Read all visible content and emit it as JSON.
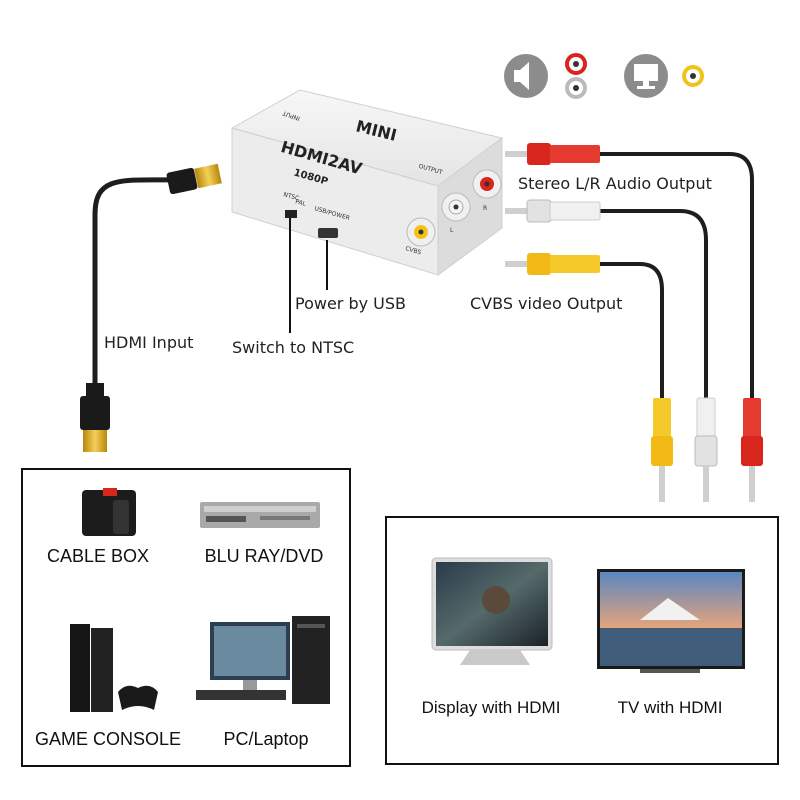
{
  "device": {
    "brand": "MINI",
    "model": "HDMI2AV",
    "resolution": "1080P",
    "port_input": "INPUT",
    "port_output": "OUTPUT",
    "switch_ntsc": "NTSC",
    "switch_pal": "PAL",
    "port_usb": "USB/POWER",
    "jack_cvbs": "CVBS",
    "jack_l": "L",
    "jack_r": "R"
  },
  "callouts": {
    "stereo_output": "Stereo L/R Audio Output",
    "cvbs_output": "CVBS video Output",
    "power_usb": "Power by USB",
    "hdmi_input": "HDMI Input",
    "switch_ntsc": "Switch to NTSC"
  },
  "sources": {
    "items": [
      {
        "label": "CABLE BOX"
      },
      {
        "label": "BLU RAY/DVD"
      },
      {
        "label": "GAME CONSOLE"
      },
      {
        "label": "PC/Laptop"
      }
    ]
  },
  "displays": {
    "items": [
      {
        "label": "Display with HDMI"
      },
      {
        "label": "TV with HDMI"
      }
    ]
  },
  "colors": {
    "cable": "#1e1e1e",
    "rca_red": "#d9261c",
    "rca_white": "#e8e8e8",
    "rca_yellow": "#f2c21a",
    "gold": "#d9a520",
    "icon_gray": "#888888"
  },
  "icons": [
    "speaker-icon",
    "audio-rca-icon",
    "monitor-icon",
    "video-rca-icon"
  ]
}
